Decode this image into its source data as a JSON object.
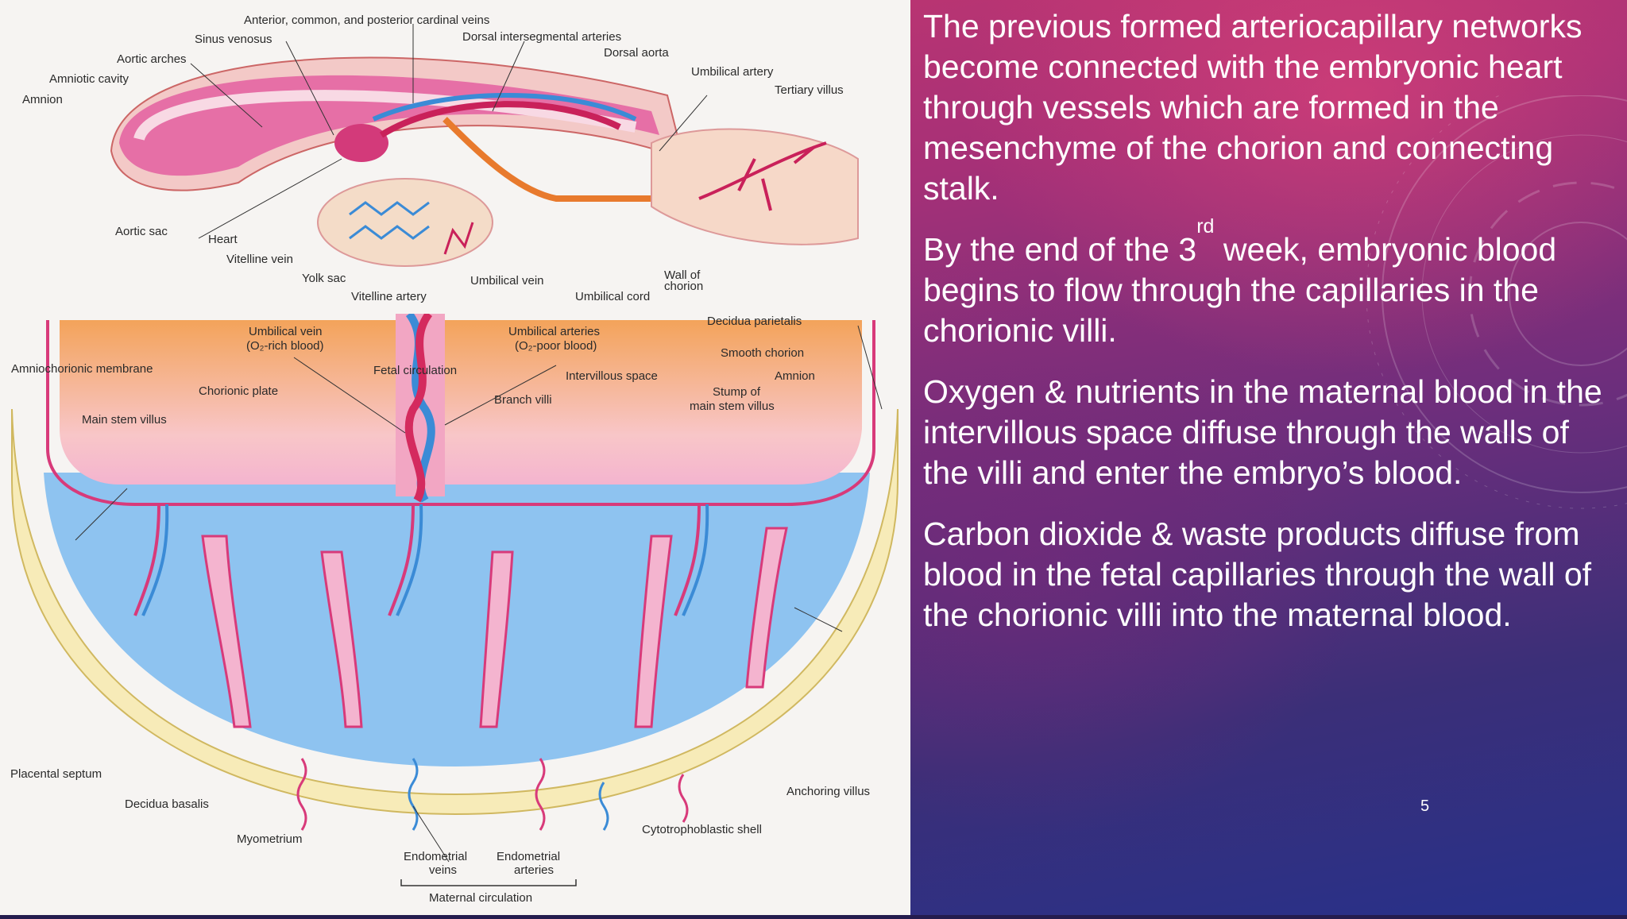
{
  "slide": {
    "paragraphs": [
      {
        "text": "The previous formed arteriocapillary networks become connected with the embryonic heart through vessels which are formed in the mesenchyme of the chorion and  connecting stalk."
      },
      {
        "before": "By the end of the 3",
        "sup": "rd",
        "after": " week, embryonic blood begins to flow through the capillaries in the chorionic villi."
      },
      {
        "text": "Oxygen & nutrients in the maternal blood in the intervillous space diffuse through the walls of the villi and enter the embryo’s blood."
      },
      {
        "text": "Carbon dioxide & waste products diffuse from blood in the fetal capillaries through the wall of the chorionic villi into the maternal blood."
      }
    ],
    "page_number": "5"
  },
  "figure_top": {
    "labels": {
      "cardinal_veins": "Anterior, common, and posterior cardinal veins",
      "sinus_venosus": "Sinus venosus",
      "dorsal_intersegmental": "Dorsal intersegmental arteries",
      "aortic_arches": "Aortic arches",
      "dorsal_aorta": "Dorsal aorta",
      "amniotic_cavity": "Amniotic cavity",
      "umbilical_artery": "Umbilical artery",
      "amnion": "Amnion",
      "tertiary_villus": "Tertiary villus",
      "aortic_sac": "Aortic sac",
      "heart": "Heart",
      "vitelline_vein": "Vitelline vein",
      "yolk_sac": "Yolk sac",
      "umbilical_vein": "Umbilical vein",
      "wall_of_chorion_1": "Wall of",
      "wall_of_chorion_2": "chorion",
      "vitelline_artery": "Vitelline artery",
      "umbilical_cord": "Umbilical cord"
    }
  },
  "figure_bottom": {
    "labels": {
      "umbilical_vein_1": "Umbilical vein",
      "umbilical_vein_2": "(O₂-rich blood)",
      "umbilical_arteries_1": "Umbilical arteries",
      "umbilical_arteries_2": "(O₂-poor blood)",
      "decidua_parietalis": "Decidua parietalis",
      "smooth_chorion": "Smooth chorion",
      "amniochorionic_membrane": "Amniochorionic membrane",
      "fetal_circulation": "Fetal circulation",
      "intervillous_space": "Intervillous space",
      "amnion": "Amnion",
      "chorionic_plate": "Chorionic plate",
      "branch_villi": "Branch villi",
      "stump_1": "Stump of",
      "stump_2": "main stem villus",
      "main_stem_villus": "Main stem villus",
      "placental_septum": "Placental septum",
      "anchoring_villus": "Anchoring villus",
      "decidua_basalis": "Decidua basalis",
      "cytotrophoblastic_shell": "Cytotrophoblastic shell",
      "myometrium": "Myometrium",
      "endometrial_veins_1": "Endometrial",
      "endometrial_veins_2": "veins",
      "endometrial_arteries_1": "Endometrial",
      "endometrial_arteries_2": "arteries",
      "maternal_circulation": "Maternal circulation"
    }
  }
}
